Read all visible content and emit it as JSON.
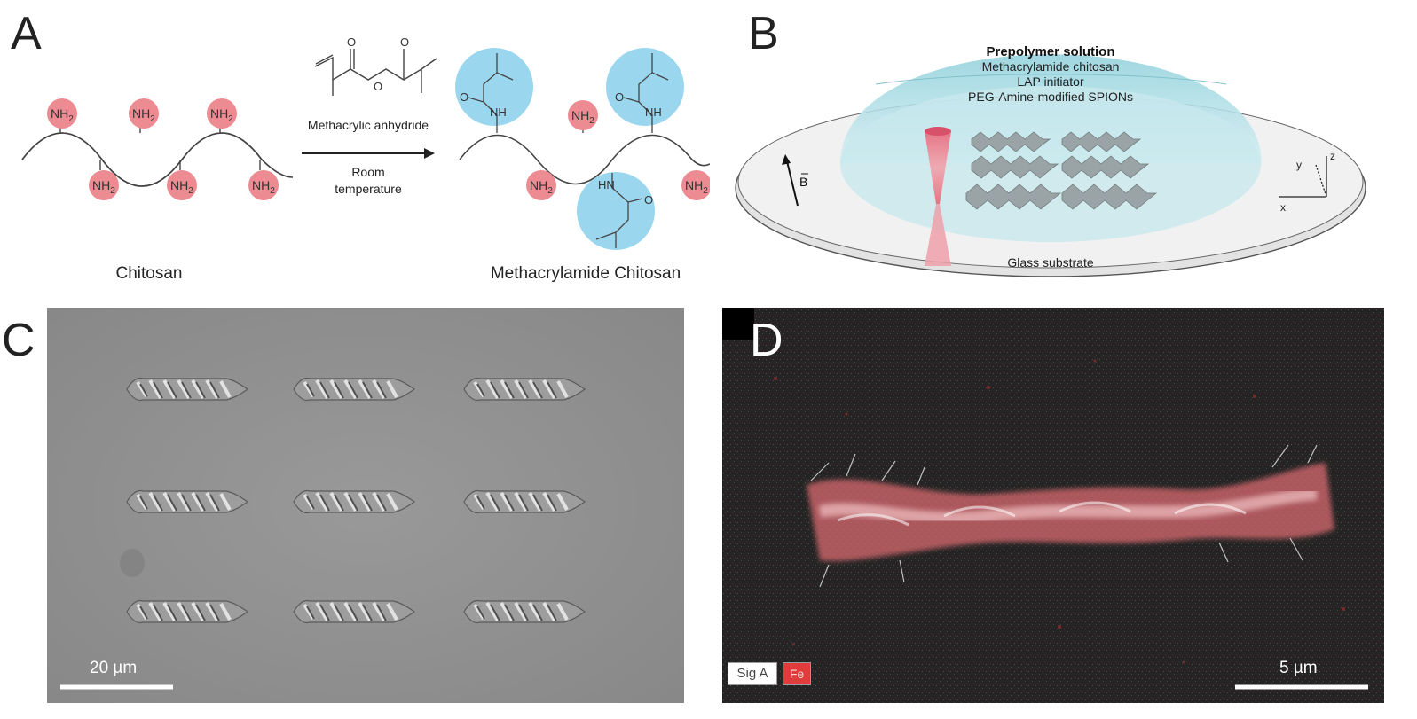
{
  "panels": {
    "a": {
      "letter": "A",
      "nh2_label": "NH",
      "nh2_sub": "2",
      "nh_label": "NH",
      "hn_label": "HN",
      "o_label": "O",
      "reagent": "Methacrylic anhydride",
      "condition_line1": "Room",
      "condition_line2": "temperature",
      "left_caption": "Chitosan",
      "right_caption": "Methacrylamide Chitosan",
      "colors": {
        "amine_circle": "#ec8b92",
        "methacryl_circle": "#9ad7ef"
      }
    },
    "b": {
      "letter": "B",
      "solution_title": "Prepolymer solution",
      "solution_line1": "Methacrylamide chitosan",
      "solution_line2": "LAP initiator",
      "solution_line3": "PEG-Amine-modified SPIONs",
      "field_label": "B",
      "substrate_label": "Glass substrate",
      "axis_x": "x",
      "axis_y": "y",
      "axis_z": "z",
      "colors": {
        "dome": "#a9dde6",
        "laser": "#e8697a"
      }
    },
    "c": {
      "letter": "C",
      "scale_label": "20 µm"
    },
    "d": {
      "letter": "D",
      "legend_sig": "Sig A",
      "legend_fe": "Fe",
      "scale_label": "5 µm",
      "colors": {
        "fe": "#e23b3b"
      }
    }
  }
}
